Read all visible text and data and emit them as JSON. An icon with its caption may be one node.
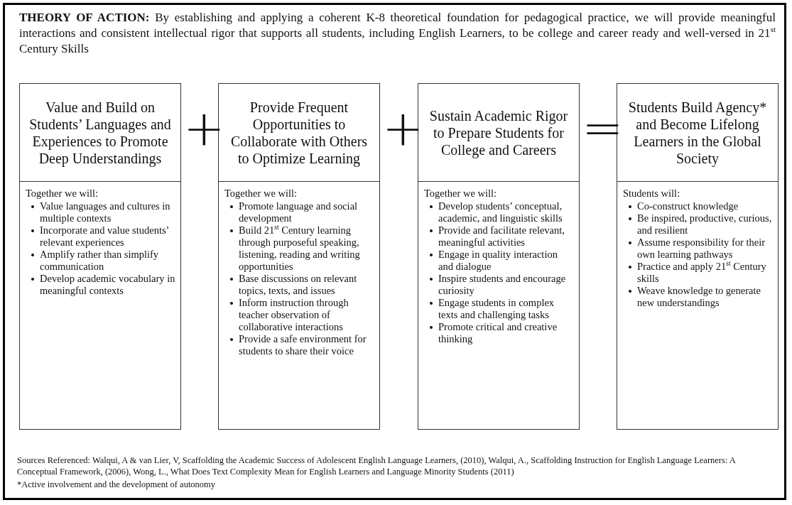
{
  "diagram": {
    "title": "**THEORY OF ACTION:** By establishing and applying a coherent K-8 theoretical foundation for pedagogical practice, we will provide meaningful interactions and consistent intellectual rigor that supports all students, including English Learners, to be college and career ready and well-versed in 21$^{st}$ Century Skills",
    "caption": "Sources Referenced: Walqui, A & van Lier, V, Scaffolding the Academic Success of Adolescent English Language Learners, (2010), Walqui, A., Scaffolding Instruction for English Language Learners: A Conceptual Framework, (2006), Wong, L., What Does Text Complexity Mean for English Learners and Language Minority Students (2011)",
    "nodes": [
      {
        "text": [
          "Value and Build on Students’ Languages and Experiences to Promote Deep Understandings"
        ]
      },
      {
        "text": [
          "Together we will:",
          "Value languages and cultures in multiple contexts",
          "Incorporate and value students’ relevant experiences",
          "Amplify rather than simplify communication",
          "Develop academic vocabulary in meaningful contexts"
        ]
      },
      {
        "text": [
          "Provide Frequent Opportunities to Collaborate with Others to Optimize Learning"
        ]
      },
      {
        "text": [
          "Together we will:",
          "Promote language and social development",
          "Build 21$^{st}$ Century learning through purposeful speaking, listening, reading and writing opportunities",
          "Base discussions on relevant topics, texts, and issues",
          "Inform instruction through teacher observation of collaborative interactions",
          "Provide a safe environment for students to share their voice"
        ]
      },
      {
        "text": [
          "Sustain Academic Rigor to Prepare Students for College and Careers"
        ]
      },
      {
        "text": [
          "Together we will:",
          "Develop students’ conceptual, academic, and linguistic skills",
          "Provide and facilitate relevant, meaningful activities",
          "Engage in quality interaction and dialogue",
          "Inspire students and encourage curiosity",
          "Engage students in complex texts and challenging tasks",
          "Promote critical and creative thinking"
        ]
      },
      {
        "text": [
          "Students Build Agency* and Become Lifelong Learners in the Global Society"
        ]
      },
      {
        "text": [
          "Students will:",
          "Co-construct knowledge",
          "Be inspired, productive, curious, and resilient",
          "Assume responsibility for their own learning pathways",
          "Practice and apply 21$^{st}$ Century skills",
          "Weave knowledge to generate new understandings"
        ]
      }
    ],
    "labels": [
      "+",
      "+",
      "=",
      "*Active involvement and the development of autonomy"
    ]
  }
}
